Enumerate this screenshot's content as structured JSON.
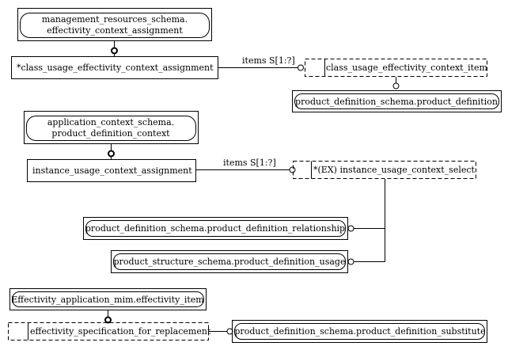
{
  "diagram": {
    "entities": {
      "mr_assignment_line1": "management_resources_schema.",
      "mr_assignment_line2": "effectivity_context_assignment",
      "class_usage_assignment": "*class_usage_effectivity_context_assignment",
      "class_usage_item": "class_usage_effectivity_context_item",
      "pd_product_definition_1": "product_definition_schema.product_definition",
      "app_context_line1": "application_context_schema.",
      "app_context_line2": "product_definition_context",
      "instance_usage_assignment": "instance_usage_context_assignment",
      "instance_usage_select": "*(EX) instance_usage_context_select",
      "pd_relationship": "product_definition_schema.product_definition_relationship",
      "ps_usage": "product_structure_schema.product_definition_usage",
      "eff_item": "Effectivity_application_mim.effectivity_item",
      "eff_spec_replacement": "effectivity_specification_for_replacement",
      "pd_substitute": "product_definition_schema.product_definition_substitute"
    },
    "relations": {
      "items_label_1": "items S[1:?]",
      "items_label_2": "items S[1:?]"
    }
  }
}
